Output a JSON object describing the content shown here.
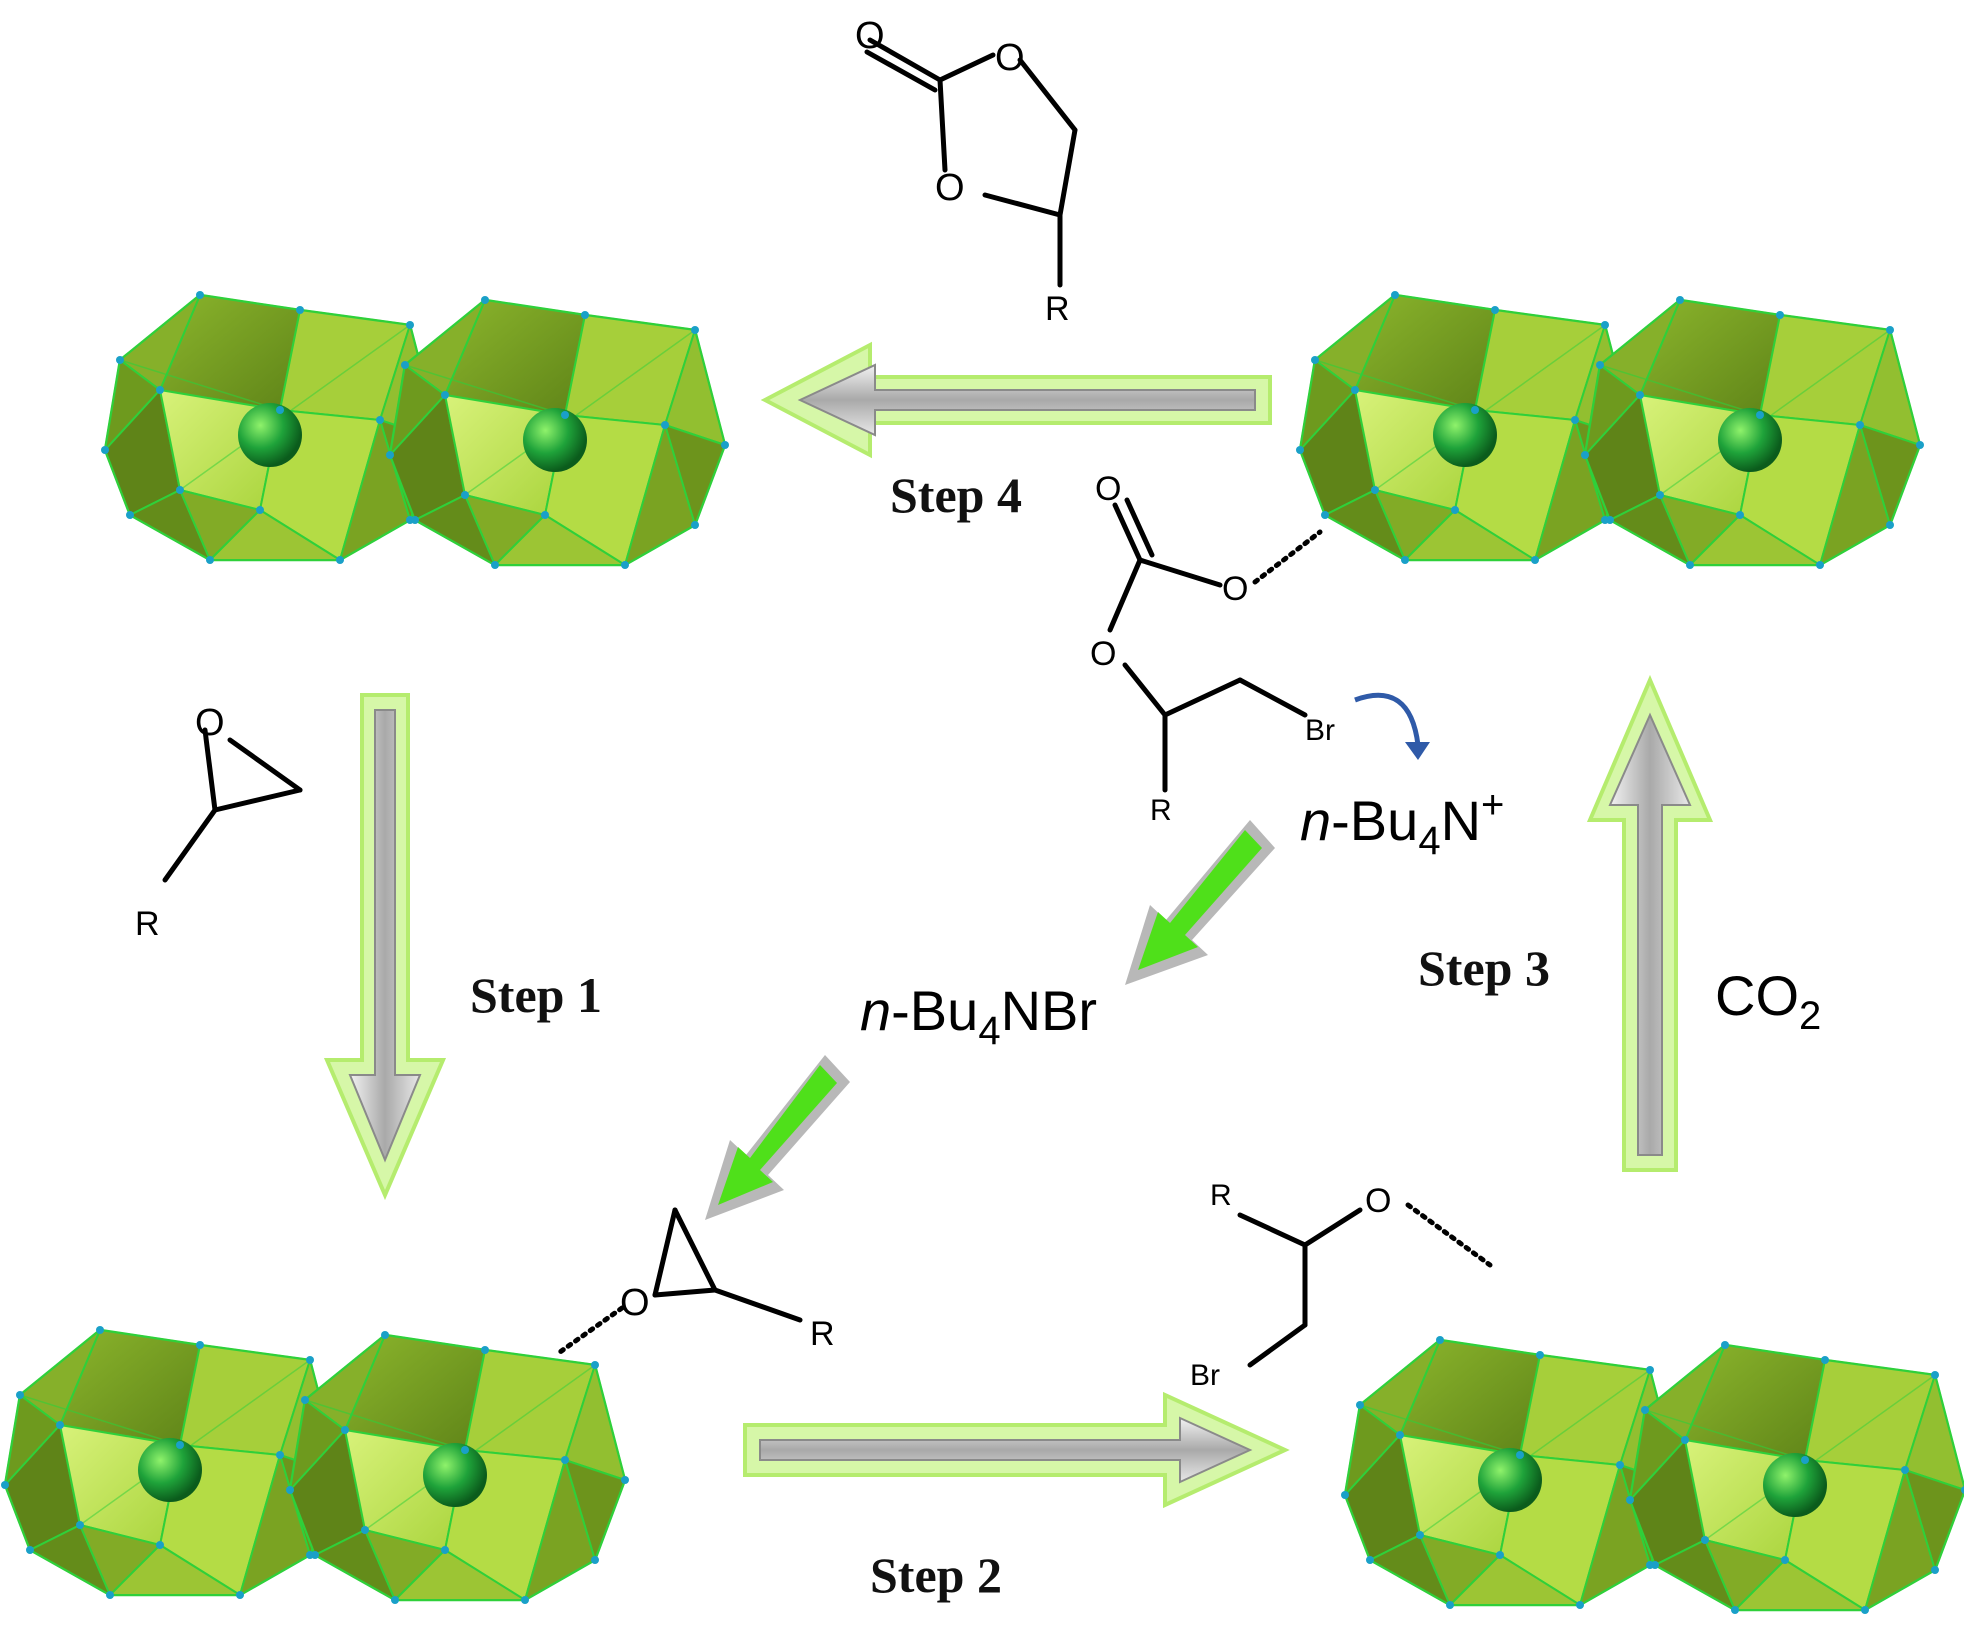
{
  "steps": {
    "step1": "Step 1",
    "step2": "Step 2",
    "step3": "Step 3",
    "step4": "Step 4"
  },
  "reagents": {
    "co2": "CO",
    "co2_sub": "2",
    "tbab_prefix": "n",
    "tbab_bu": "-Bu",
    "tbab_sub": "4",
    "tbab_tail": "NBr",
    "cation_prefix": "n",
    "cation_bu": "-Bu",
    "cation_sub": "4",
    "cation_tail": "N",
    "cation_charge": "+"
  },
  "atoms": {
    "oxygen": "O",
    "r_group": "R",
    "bromine": "Br"
  },
  "colors": {
    "polyhedron_light": "#b9e34a",
    "polyhedron_dark": "#6e9a1e",
    "arrow_glow": "#c7f08a",
    "arrow_core": "#bdbdbd",
    "green_arrow": "#4fe01a",
    "curved_arrow": "#2f5aa8"
  }
}
